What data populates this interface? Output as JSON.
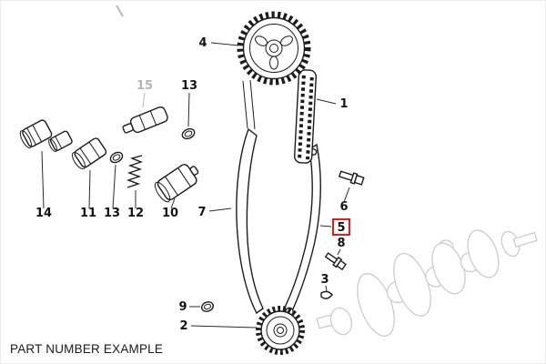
{
  "page": {
    "caption": "PART NUMBER EXAMPLE"
  },
  "highlight": {
    "color": "#e10600",
    "highlighted_part": "5"
  },
  "callouts": [
    {
      "label": "1"
    },
    {
      "label": "2"
    },
    {
      "label": "3"
    },
    {
      "label": "4"
    },
    {
      "label": "5",
      "highlighted": true
    },
    {
      "label": "6"
    },
    {
      "label": "7"
    },
    {
      "label": "8"
    },
    {
      "label": "9"
    },
    {
      "label": "10"
    },
    {
      "label": "11"
    },
    {
      "label": "12"
    },
    {
      "label": "13"
    },
    {
      "label": "13"
    },
    {
      "label": "14"
    },
    {
      "label": "15",
      "muted": true
    }
  ],
  "diagram": {
    "elements": [
      "camshaft-sprocket-icon",
      "timing-chain-icon",
      "chain-guide-rail-icon",
      "chain-tensioner-rail-icon",
      "crankshaft-sprocket-icon",
      "valve-lifter-parts-icons",
      "bolt-icons",
      "crankshaft-ghost-icon"
    ]
  }
}
